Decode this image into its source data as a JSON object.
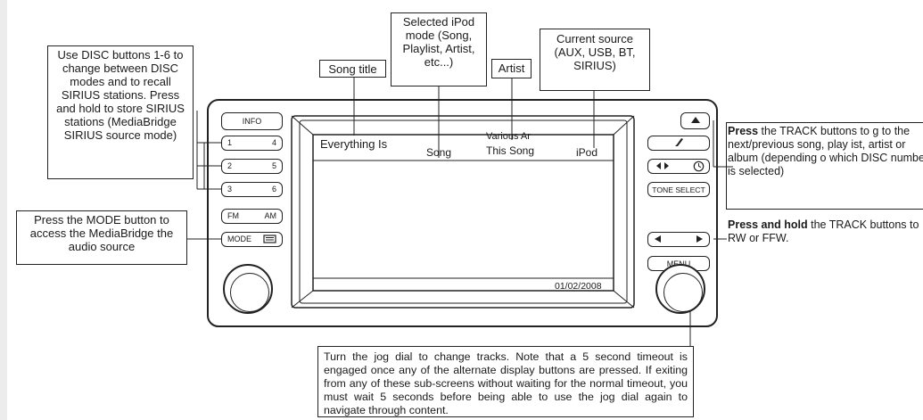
{
  "callouts": {
    "disc_help": "Use DISC buttons 1-6 to change between DISC modes and to recall SIRIUS stations. Press and hold to store SIRIUS stations (MediaBridge SIRIUS source mode)",
    "mode_help": "Press the MODE button to access the MediaBridge the audio source",
    "song_title": "Song title",
    "ipod_mode": "Selected iPod mode (Song, Playlist, Artist, etc...)",
    "artist": "Artist",
    "current_source": "Current source (AUX, USB, BT, SIRIUS)",
    "jog_help": "Turn the jog dial to change tracks. Note that a 5 second timeout is engaged once any of the alternate display buttons are pressed. If exiting from any of these sub-screens without waiting for the normal timeout, you must wait 5 seconds before being able to use the jog dial again to navigate through content."
  },
  "right_notes": {
    "track_press_bold": "Press",
    "track_press_rest": "the TRACK buttons to g to the next/previous song, play ist, artist or album (depending o which DISC number is selected)",
    "track_hold_bold": "Press and hold",
    "track_hold_rest": "the TRACK buttons to RW or FFW."
  },
  "display": {
    "song_title": "Everything Is",
    "mode": "Song",
    "artist_line1": "Various Ar",
    "artist_line2": "This Song",
    "source": "iPod",
    "date": "01/02/2008"
  },
  "buttons": {
    "info": "INFO",
    "disc1": "1",
    "disc4": "4",
    "disc2": "2",
    "disc5": "5",
    "disc3": "3",
    "disc6": "6",
    "fm": "FM",
    "am": "AM",
    "mode": "MODE",
    "tone_select": "TONE SELECT",
    "menu": "MENU"
  },
  "icons": [
    "eject-icon",
    "phone-icon",
    "audio-balance-icon",
    "clock-icon",
    "seek-back-icon",
    "seek-forward-icon",
    "media-icon"
  ]
}
